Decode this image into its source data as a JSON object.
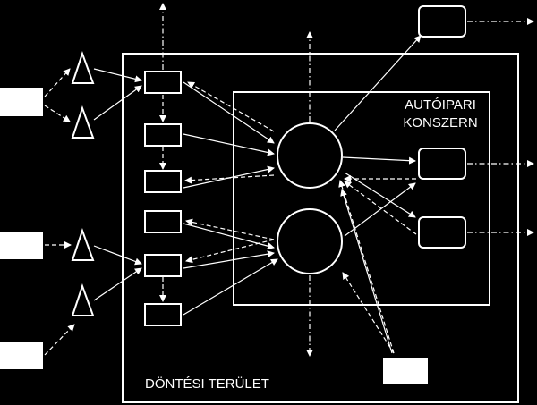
{
  "labels": {
    "konszern_line1": "AUTÓIPARI",
    "konszern_line2": "KONSZERN",
    "decision_area": "DÖNTÉSI TERÜLET"
  },
  "colors": {
    "background": "#000000",
    "stroke": "#ffffff",
    "filled_box": "#ffffff"
  }
}
